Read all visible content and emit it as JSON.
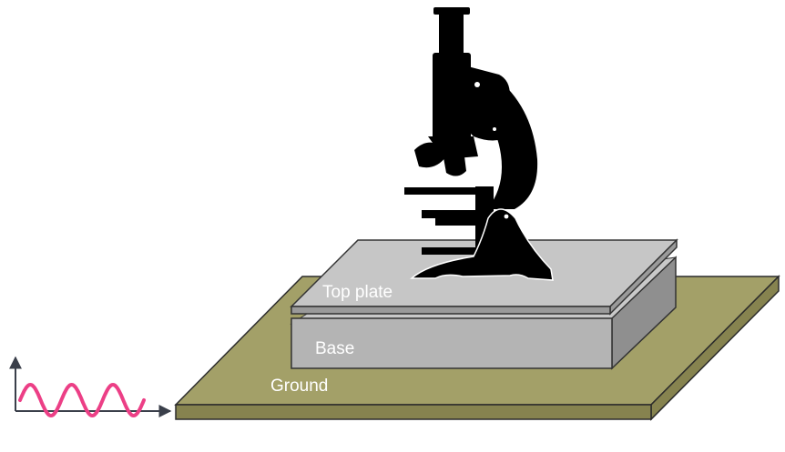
{
  "labels": {
    "top_plate": "Top plate",
    "base": "Base",
    "ground": "Ground"
  },
  "colors": {
    "ground_top": "#a3a068",
    "ground_edge": "#86834f",
    "base_front": "#b4b4b4",
    "base_side": "#8f8f8f",
    "base_top": "#c9c9c9",
    "plate_top": "#c6c6c6",
    "plate_side": "#9a9a9a",
    "microscope": "#000000",
    "wave": "#ec3f86",
    "axes": "#3a3f4a"
  },
  "icons": {
    "microscope": "microscope-silhouette",
    "vibration_signal": "sine-wave-signal"
  }
}
